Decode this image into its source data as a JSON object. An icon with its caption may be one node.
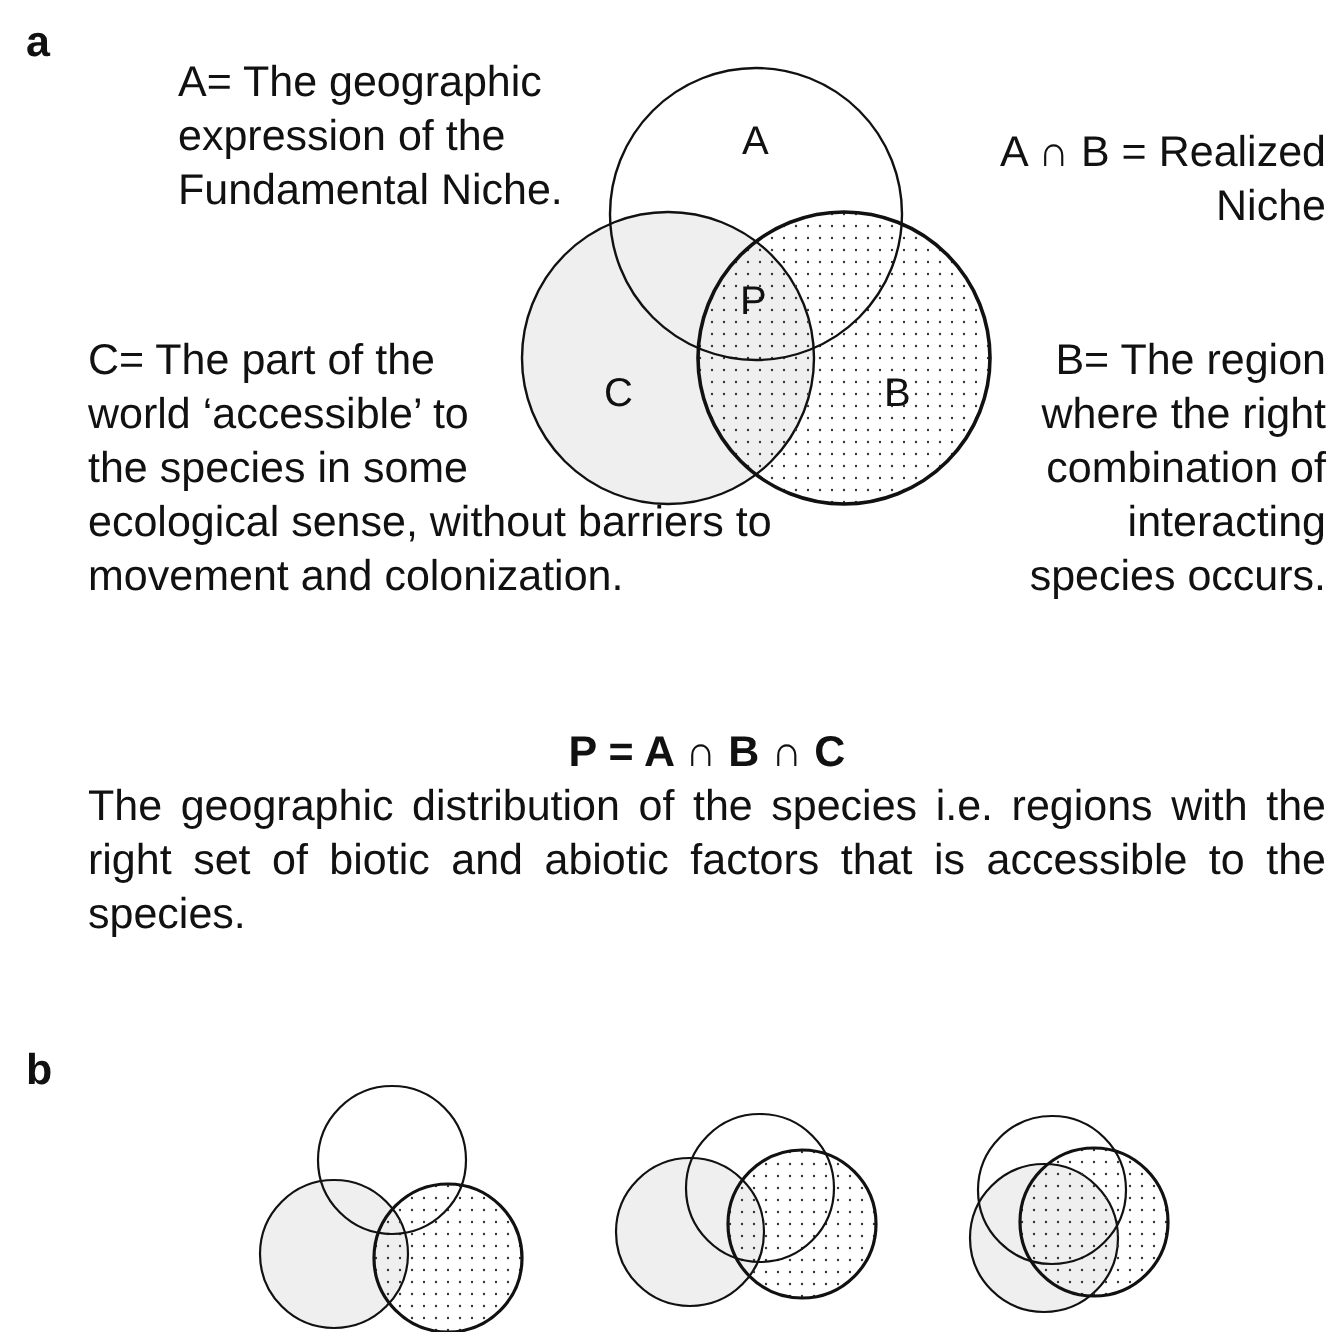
{
  "diagram": {
    "nodes": [
      {
        "text": [
          "A"
        ]
      },
      {
        "text": [
          "C"
        ]
      },
      {
        "text": [
          "B"
        ]
      },
      {
        "text": [],
        "shape": "circle"
      },
      {
        "text": [],
        "shape": "circle"
      },
      {
        "text": [],
        "shape": "circle"
      },
      {
        "text": [],
        "shape": "circle"
      },
      {
        "text": [],
        "shape": "circle"
      },
      {
        "text": [],
        "shape": "circle"
      },
      {
        "text": [],
        "shape": "circle"
      },
      {
        "text": [],
        "shape": "circle"
      },
      {
        "text": [],
        "shape": "circle"
      }
    ],
    "labels": [
      "a",
      "A= The geographic expression of the Fundamental Niche.",
      "A ∩ B = Realized Niche",
      "P",
      "C= The part of the world ‘accessible’ to the species in some ecological sense, without barriers to movement and colonization.",
      "B= The region where the right combination of interacting species occurs.",
      "P = A ∩ B ∩ C",
      "The geographic distribution of the species i.e. regions with the right set of biotic and abiotic factors that is accessible to the species.",
      "b"
    ]
  }
}
